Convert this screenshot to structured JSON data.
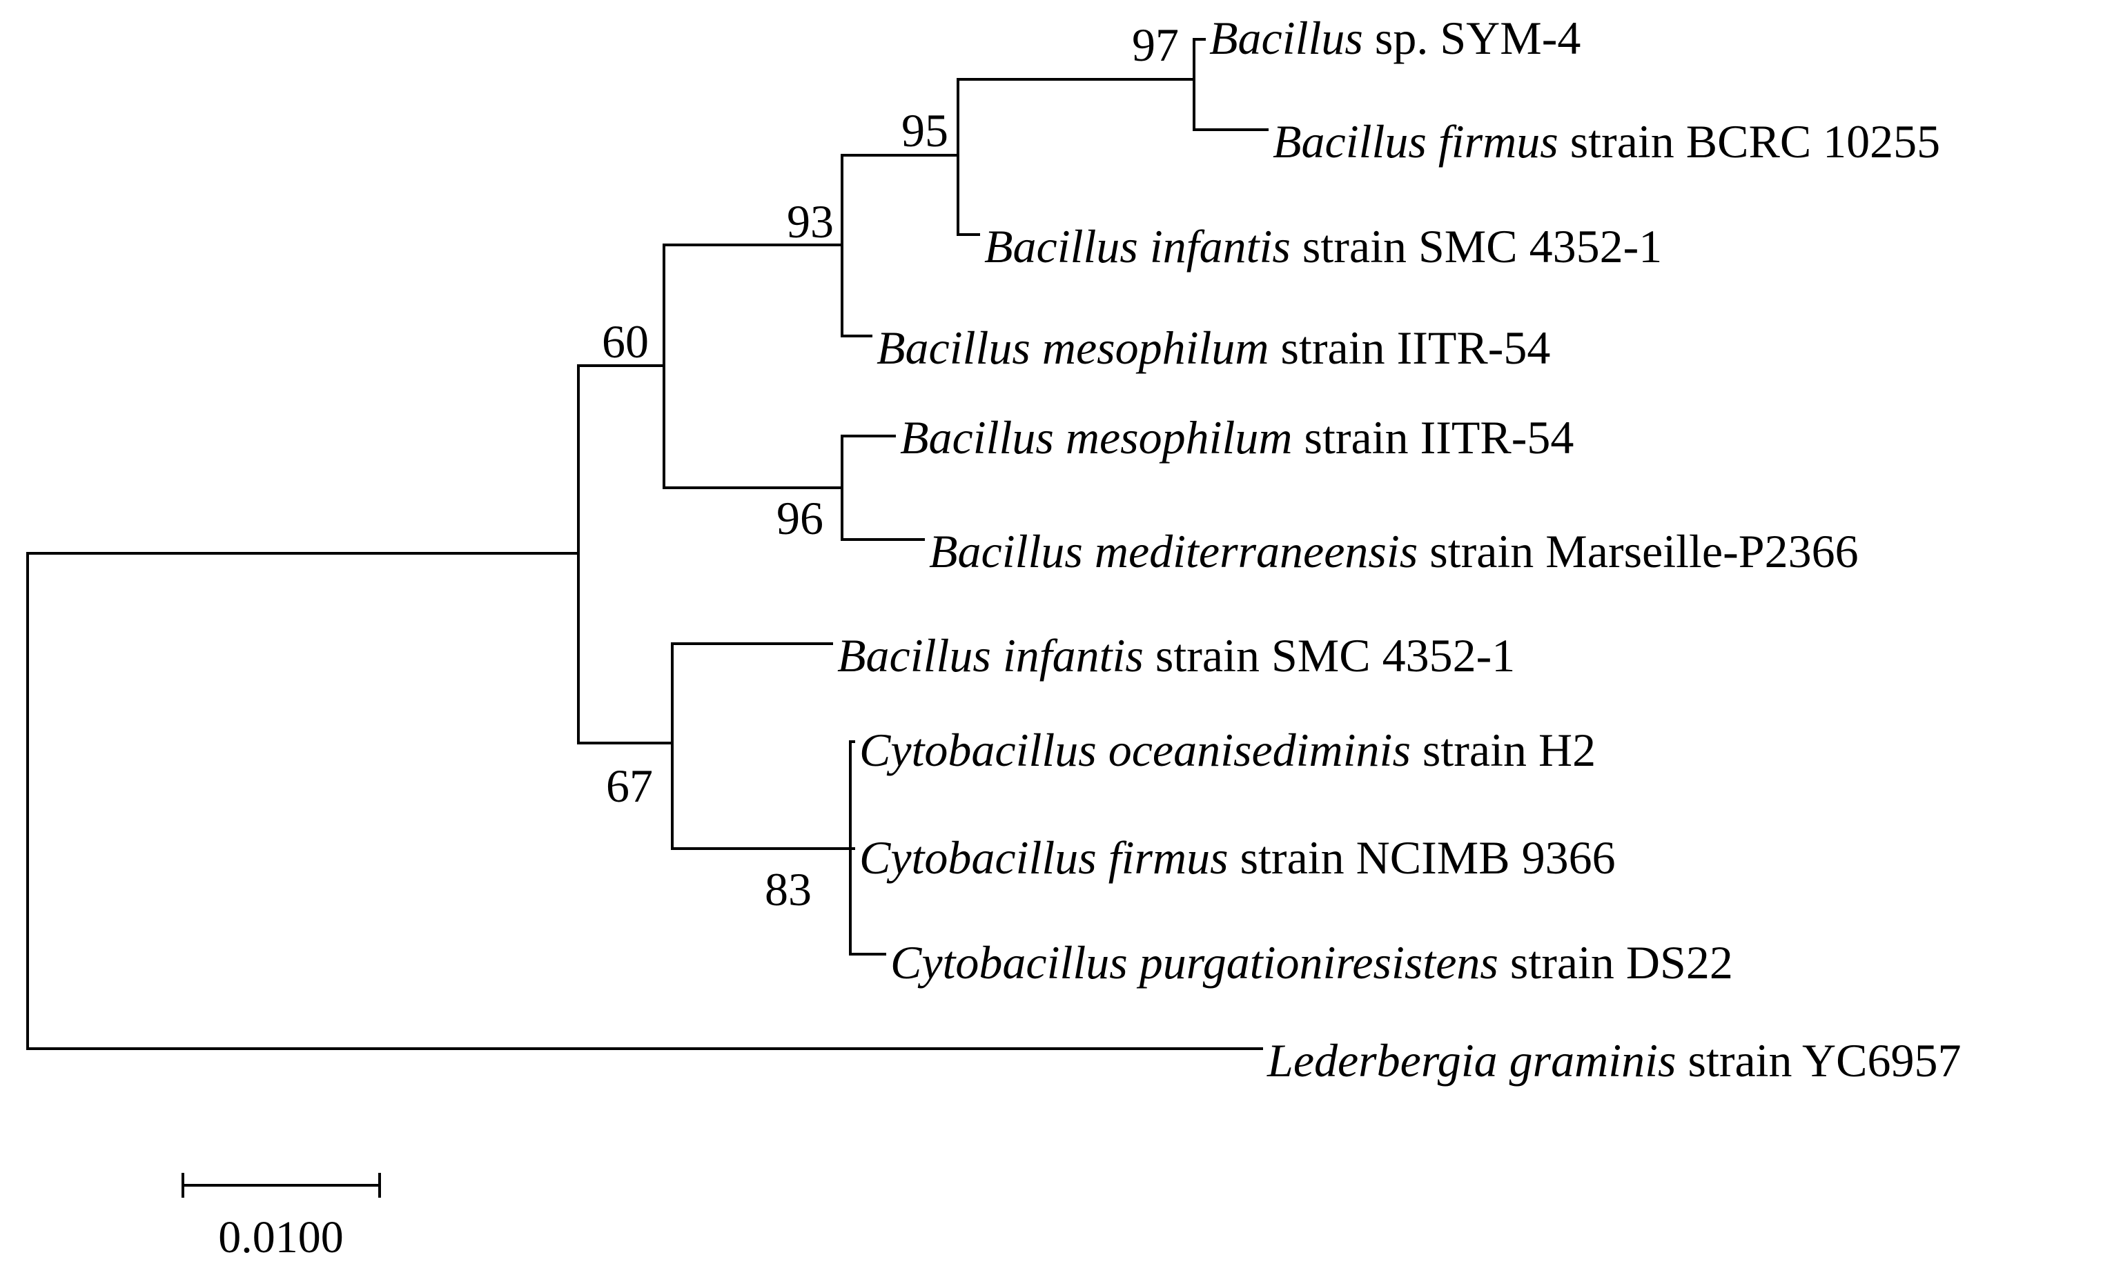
{
  "tree": {
    "taxa": [
      {
        "genus_species": "Bacillus",
        "rest": " sp. SYM-4"
      },
      {
        "genus_species": "Bacillus firmus",
        "rest": " strain BCRC 10255"
      },
      {
        "genus_species": "Bacillus infantis",
        "rest": " strain SMC 4352-1"
      },
      {
        "genus_species": "Bacillus mesophilum",
        "rest": " strain IITR-54"
      },
      {
        "genus_species": "Bacillus mesophilum",
        "rest": " strain IITR-54"
      },
      {
        "genus_species": "Bacillus mediterraneensis",
        "rest": " strain Marseille-P2366"
      },
      {
        "genus_species": "Bacillus infantis",
        "rest": " strain SMC 4352-1"
      },
      {
        "genus_species": "Cytobacillus oceanisediminis",
        "rest": " strain H2"
      },
      {
        "genus_species": "Cytobacillus firmus",
        "rest": " strain NCIMB 9366"
      },
      {
        "genus_species": "Cytobacillus purgationiresistens",
        "rest": " strain DS22"
      },
      {
        "genus_species": "Lederbergia graminis",
        "rest": " strain YC6957"
      }
    ],
    "bootstrap_values": [
      "97",
      "95",
      "93",
      "60",
      "96",
      "67",
      "83"
    ],
    "scale_bar": {
      "label": "0.0100"
    }
  },
  "colors": {
    "line": "#000000",
    "background": "#ffffff"
  }
}
